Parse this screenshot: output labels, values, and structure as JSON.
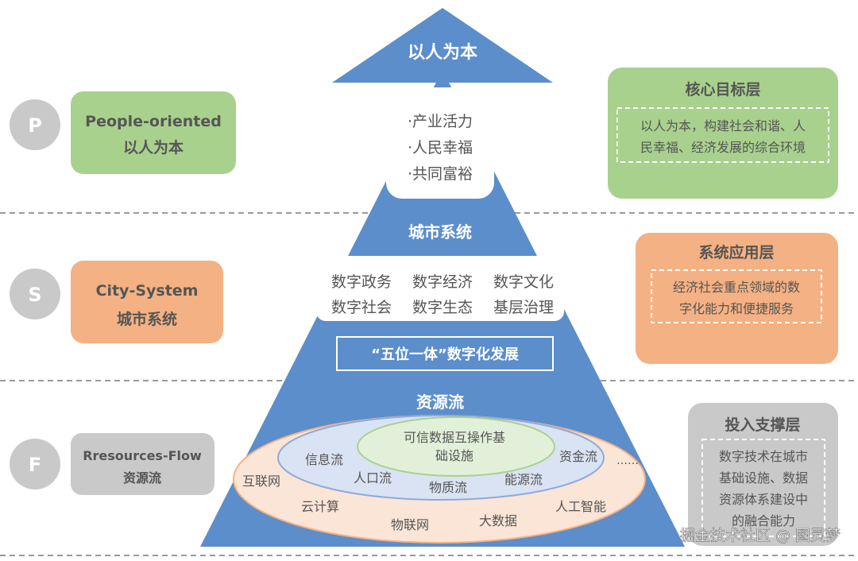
{
  "layers": {
    "top": {
      "letter": "P",
      "en": "People-oriented",
      "zh": "以人为本",
      "right_title": "核心目标层",
      "right_text": [
        "以人为本，构建社会和谐、人",
        "民幸福、经济发展的综合环境"
      ]
    },
    "middle": {
      "letter": "S",
      "en": "City-System",
      "zh": "城市系统",
      "right_title": "系统应用层",
      "right_text": [
        "经济社会重点领域的数",
        "字化能力和便捷服务"
      ]
    },
    "bottom": {
      "letter": "F",
      "en": "Rresources-Flow",
      "zh": "资源流",
      "right_title": "投入支撑层",
      "right_text": [
        "数字技术在城市",
        "基础设施、数据",
        "资源体系建设中",
        "的融合能力"
      ]
    }
  },
  "pyramid": {
    "arrow_title": "以人为本",
    "goals": [
      "·产业活力",
      "·人民幸福",
      "·共同富裕"
    ],
    "system_title": "城市系统",
    "system_row1": [
      "数字政务",
      "数字经济",
      "数字文化"
    ],
    "system_row2": [
      "数字社会",
      "数字生态",
      "基层治理"
    ],
    "five_in_one": "“五位一体”数字化发展",
    "resource_title": "资源流",
    "core_line1": "可信数据互操作基",
    "core_line2": "础设施",
    "middle_ring": [
      "信息流",
      "资金流",
      "人口流",
      "物质流",
      "能源流"
    ],
    "outer_ring": [
      "互联网",
      "云计算",
      "物联网",
      "大数据",
      "人工智能"
    ],
    "ellipsis": "……"
  },
  "watermark": "掘金技术社区 @ 图灵梦",
  "colors": {
    "pyramid_blue": "#5b8ecb",
    "green_box": "#a9d18e",
    "orange_box": "#f4b183",
    "gray_box": "#c9c9c9",
    "circle_fill": "#c9c9c9",
    "ring_fill": "#fbe5d6",
    "ring_stroke": "#f4b183",
    "inner_ring_fill": "#dae3f3",
    "inner_ring_stroke": "#8faadc",
    "core_fill": "#e2f0d9",
    "core_stroke": "#a9d18e"
  }
}
